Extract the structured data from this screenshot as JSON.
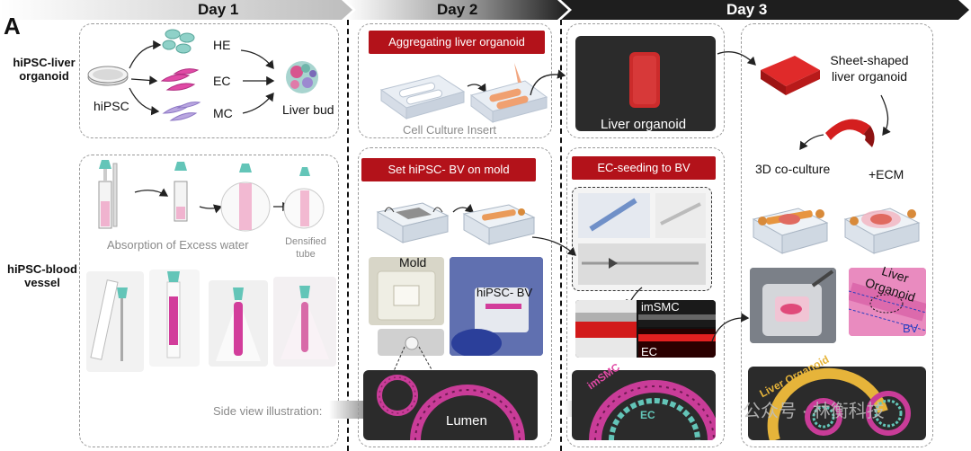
{
  "panel_letter": "A",
  "days": [
    "Day 1",
    "Day 2",
    "Day 3"
  ],
  "rows": {
    "liver": "hiPSC-liver organoid",
    "vessel": "hiPSC-blood vessel"
  },
  "day1": {
    "cells": [
      "HE",
      "EC",
      "MC"
    ],
    "source": "hiPSC",
    "product": "Liver bud",
    "absorption": "Absorption of Excess water",
    "densified": "Densified tube",
    "side_view": "Side view illustration:"
  },
  "day2": {
    "aggregating_banner": "Aggregating liver organoid",
    "insert_label": "Cell Culture Insert",
    "set_bv_banner": "Set hiPSC- BV on mold",
    "mold_label": "Mold",
    "bv_label": "hiPSC- BV",
    "lumen_label": "Lumen"
  },
  "day3a": {
    "organoid_label": "Liver organoid",
    "seeding_banner": "EC-seeding to BV",
    "imsmc_label": "imSMC",
    "ec_label": "EC",
    "ring_imsmc": "imSMC",
    "ring_ec": "EC"
  },
  "day3b": {
    "sheet_label": "Sheet-shaped liver organoid",
    "coculture_label": "3D co-culture",
    "ecm_label": "+ECM",
    "liver_organoid_label": "Liver Organoid",
    "bv_label": "BV",
    "ring_label": "Liver Organoid"
  },
  "watermark": "公众号 · 林衡科技",
  "colors": {
    "red": "#b3121a",
    "pink": "#d23d9b",
    "teal": "#63c5b8",
    "dark": "#2b2b2b",
    "gold": "#e6b43a"
  }
}
